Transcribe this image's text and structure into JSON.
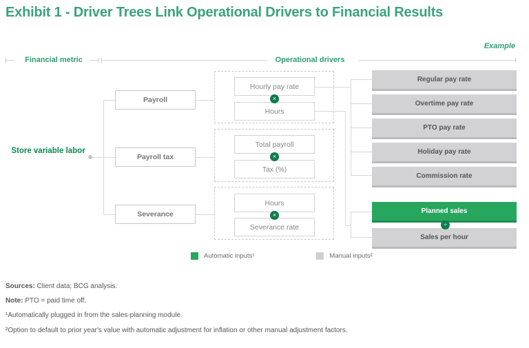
{
  "title": "Exhibit 1 - Driver Trees Link Operational Drivers to Financial Results",
  "example_label": "Example",
  "axis": {
    "financial_metric": "Financial metric",
    "operational_drivers": "Operational drivers"
  },
  "root": {
    "label": "Store variable labor"
  },
  "metrics": [
    {
      "label": "Payroll"
    },
    {
      "label": "Payroll tax"
    },
    {
      "label": "Severance"
    }
  ],
  "driver_groups": [
    {
      "top_label": "Hourly pay rate",
      "operator": "×",
      "bottom_label": "Hours"
    },
    {
      "top_label": "Total payroll",
      "operator": "×",
      "bottom_label": "Tax (%)"
    },
    {
      "top_label": "Hours",
      "operator": "×",
      "bottom_label": "Severance rate"
    }
  ],
  "inputs": {
    "manual_rates": [
      "Regular pay rate",
      "Overtime pay rate",
      "PTO pay rate",
      "Holiday pay rate",
      "Commission rate"
    ],
    "sales_group": {
      "top": "Planned sales",
      "operator": "÷",
      "bottom": "Sales per hour"
    }
  },
  "legend": [
    {
      "label": "Automatic inputs¹",
      "type": "automatic",
      "color": "#27A75D"
    },
    {
      "label": "Manual inputs²",
      "type": "manual",
      "color": "#D2D2D4"
    }
  ],
  "footer": {
    "sources_label": "Sources:",
    "sources_text": " Client data; BCG analysis.",
    "note_label": "Note:",
    "note_text": " PTO = paid time off.",
    "footnote1": "¹Automatically plugged in from the sales-planning module.",
    "footnote2": "²Option to default to prior year's value with automatic adjustment for inflation or other manual adjustment factors."
  },
  "colors": {
    "title_green": "#3BA27C",
    "accent_green": "#098851",
    "automatic_green": "#27A75D",
    "operator_green": "#0F7B4C",
    "manual_gray": "#D2D2D4"
  }
}
